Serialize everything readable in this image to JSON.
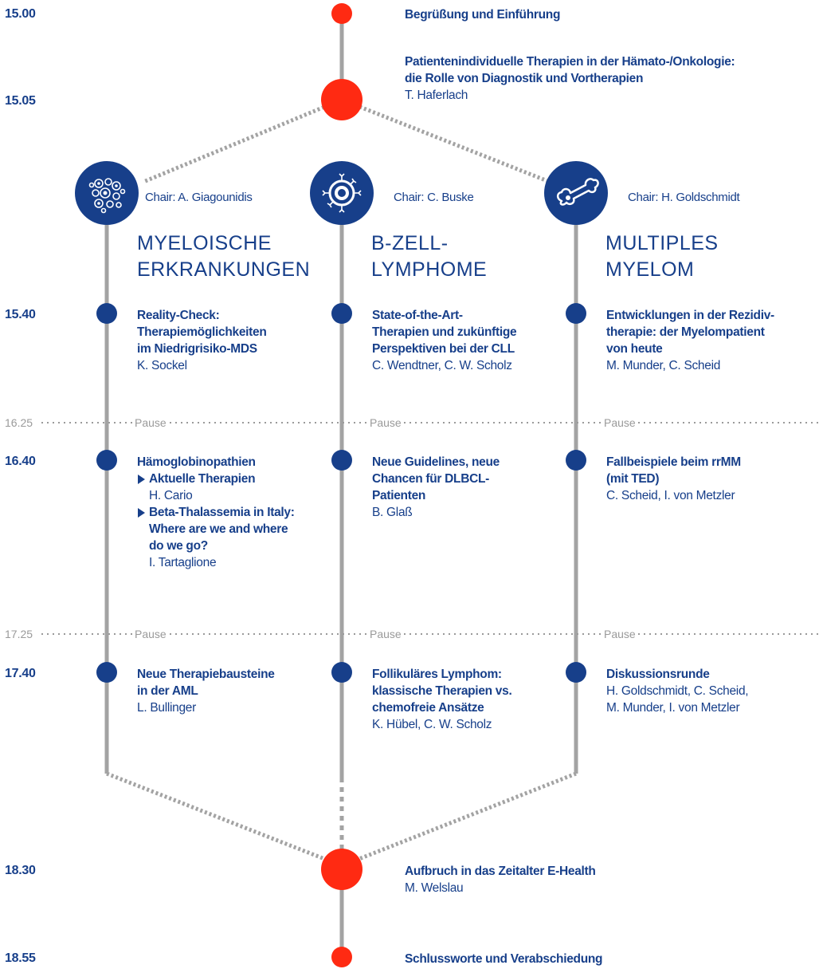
{
  "colors": {
    "navy": "#173f8a",
    "red": "#ff2a12",
    "grey_line": "#a3a3a3",
    "grey_text": "#9a9a9a"
  },
  "times": {
    "t1500": "15.00",
    "t1505": "15.05",
    "t1540": "15.40",
    "t1625": "16.25",
    "t1640": "16.40",
    "t1725": "17.25",
    "t1740": "17.40",
    "t1830": "18.30",
    "t1855": "18.55"
  },
  "pause_label": "Pause",
  "opening": {
    "welcome": "Begrüßung und Einführung",
    "keynote_title": "Patientenindividuelle Therapien in der Hämato-/Onkologie:\ndie Rolle von Diagnostik und Vortherapien",
    "keynote_speaker": "T. Haferlach"
  },
  "tracks": [
    {
      "icon": "cells-icon",
      "chair": "Chair: A. Giagounidis",
      "title": "MYELOISCHE\nERKRANKUNGEN",
      "s1_title": "Reality-Check:\nTherapiemöglichkeiten\nim Niedrigrisiko-MDS",
      "s1_speaker": "K. Sockel",
      "s2_title": "Hämoglobinopathien",
      "s2_sub1_title": "Aktuelle Therapien",
      "s2_sub1_speaker": "H. Cario",
      "s2_sub2_title": "Beta-Thalassemia in Italy:\nWhere are we and where\ndo we go?",
      "s2_sub2_speaker": "I. Tartaglione",
      "s3_title": "Neue Therapiebausteine\nin der AML",
      "s3_speaker": "L. Bullinger"
    },
    {
      "icon": "lymphocyte-icon",
      "chair": "Chair: C. Buske",
      "title": "B-ZELL-\nLYMPHOME",
      "s1_title": "State-of-the-Art-\nTherapien und zukünftige\nPerspektiven bei der CLL",
      "s1_speaker": "C. Wendtner, C. W. Scholz",
      "s2_title": "Neue Guidelines, neue\nChancen für DLBCL-\nPatienten",
      "s2_speaker": "B. Glaß",
      "s3_title": "Follikuläres Lymphom:\nklassische Therapien vs.\nchemofreie Ansätze",
      "s3_speaker": "K. Hübel, C. W. Scholz"
    },
    {
      "icon": "bone-icon",
      "chair": "Chair: H. Goldschmidt",
      "title": "MULTIPLES\nMYELOM",
      "s1_title": "Entwicklungen in der Rezidiv-\ntherapie: der Myelompatient\nvon heute",
      "s1_speaker": "M. Munder, C. Scheid",
      "s2_title": "Fallbeispiele beim rrMM\n(mit TED)",
      "s2_speaker": "C. Scheid, I. von Metzler",
      "s3_title": "Diskussionsrunde",
      "s3_speaker": "H. Goldschmidt, C. Scheid,\nM. Munder, I. von Metzler"
    }
  ],
  "closing": {
    "ehealth_title": "Aufbruch in das Zeitalter E-Health",
    "ehealth_speaker": "M. Welslau",
    "farewell": "Schlussworte und Verabschiedung"
  }
}
